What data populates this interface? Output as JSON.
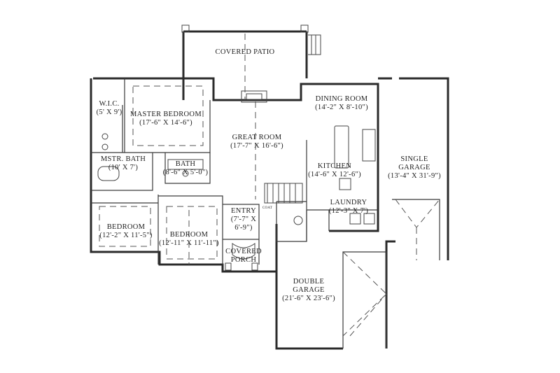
{
  "rooms": {
    "covered_patio": {
      "name": "COVERED PATIO"
    },
    "wic": {
      "name": "W.I.C.",
      "size": "(5' X 9')"
    },
    "master_bedroom": {
      "name": "MASTER BEDROOM",
      "size": "(17'-6\" X 14'-6\")"
    },
    "dining_room": {
      "name": "DINING ROOM",
      "size": "(14'-2\" X 8'-10\")"
    },
    "great_room": {
      "name": "GREAT ROOM",
      "size": "(17'-7\" X 16'-6\")"
    },
    "mstr_bath": {
      "name": "MSTR. BATH",
      "size": "(10' X 7')"
    },
    "bath": {
      "name": "BATH",
      "size": "(8'-6\" X 5'-0\")"
    },
    "kitchen": {
      "name": "KITCHEN",
      "size": "(14'-6\" X 12'-6\")"
    },
    "single_garage": {
      "name": "SINGLE",
      "name2": "GARAGE",
      "size": "(13'-4\" X 31'-9\")"
    },
    "laundry": {
      "name": "LAUNDRY",
      "size": "(12'-3\" X 7')"
    },
    "entry": {
      "name": "ENTRY",
      "size": "(7'-7\" X",
      "size2": "6'-9\")"
    },
    "bedroom_1": {
      "name": "BEDROOM",
      "size": "(12'-2\" X 11'-5\")"
    },
    "bedroom_2": {
      "name": "BEDROOM",
      "size": "(12'-11\" X 11'-11\")"
    },
    "covered_porch": {
      "name": "COVERED",
      "name2": "PORCH"
    },
    "double_garage": {
      "name": "DOUBLE",
      "name2": "GARAGE",
      "size": "(21'-6\" X 23'-6\")"
    }
  },
  "small_labels": {
    "coat_closet": "COAT"
  }
}
